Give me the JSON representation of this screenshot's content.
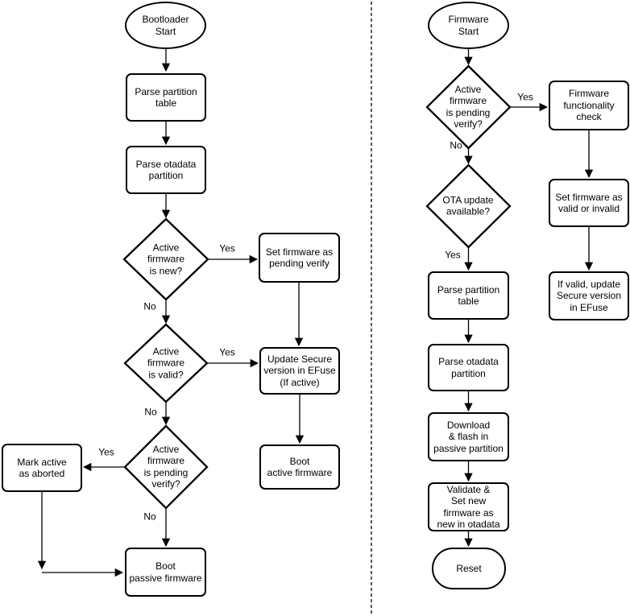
{
  "bootloader_flow": {
    "start": "Bootloader\nStart",
    "parse_partition_table": "Parse partition\ntable",
    "parse_otadata_partition": "Parse otadata\npartition",
    "active_firmware_is_new": "Active\nfirmware\nis new?",
    "set_firmware_pending_verify": "Set firmware as\npending verify",
    "active_firmware_is_valid": "Active\nfirmware\nis valid?",
    "update_secure_version": "Update Secure\nversion in EFuse\n(If active)",
    "active_firmware_is_pending_verify": "Active\nfirmware\nis pending\nverify?",
    "mark_active_as_aborted": "Mark active\nas aborted",
    "boot_active_firmware": "Boot\nactive firmware",
    "boot_passive_firmware": "Boot\npassive firmware",
    "labels": {
      "is_new_yes": "Yes",
      "is_new_no": "No",
      "is_valid_yes": "Yes",
      "is_valid_no": "No",
      "is_pending_yes": "Yes",
      "is_pending_no": "No"
    }
  },
  "firmware_flow": {
    "start": "Firmware\nStart",
    "active_firmware_is_pending_verify": "Active\nfirmware\nis pending\nverify?",
    "firmware_functionality_check": "Firmware\nfunctionality\ncheck",
    "ota_update_available": "OTA update\navailable?",
    "set_firmware_valid_or_invalid": "Set firmware as\nvalid or invalid",
    "if_valid_update_secure": "If valid, update\nSecure version\nin EFuse",
    "parse_partition_table": "Parse partition\ntable",
    "parse_otadata_partition": "Parse otadata\npartition",
    "download_flash_passive": "Download\n& flash in\npassive partition",
    "validate_set_new_firmware": "Validate &\nSet new\nfirmware as\nnew in otadata",
    "reset": "Reset",
    "labels": {
      "pending_yes": "Yes",
      "pending_no": "No",
      "ota_yes": "Yes"
    }
  },
  "colors": {
    "stroke": "#000000",
    "fill": "#ffffff",
    "text": "#000000",
    "background": "#ffffff"
  }
}
